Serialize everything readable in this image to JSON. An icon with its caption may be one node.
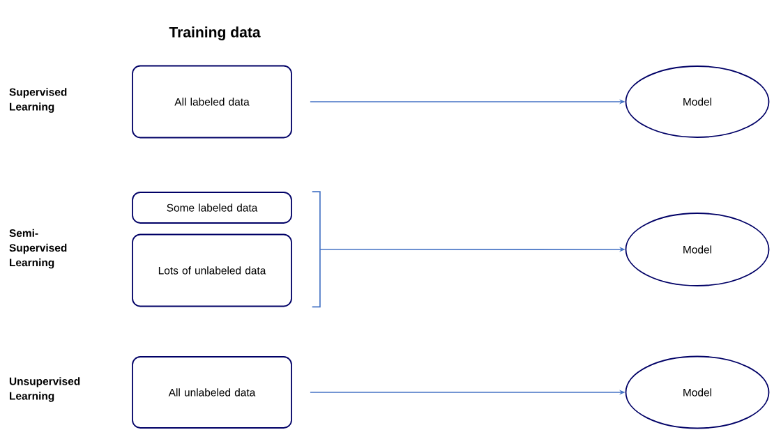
{
  "diagram": {
    "title": "Training data",
    "nodes": [
      {
        "text": [
          "All labeled data"
        ]
      },
      {
        "text": [
          "Model"
        ]
      },
      {
        "text": [
          "Some labeled data"
        ]
      },
      {
        "text": [
          "Lots of unlabeled data"
        ]
      },
      {
        "text": [
          "Model"
        ]
      },
      {
        "text": [
          "All unlabeled data"
        ]
      },
      {
        "text": [
          "Model"
        ]
      }
    ],
    "edges": [
      {
        "from": 0,
        "to": 1,
        "arrow": "to"
      },
      {
        "from": 2,
        "to": 4,
        "arrow": "to"
      },
      {
        "from": 3,
        "to": 4,
        "arrow": "to"
      },
      {
        "from": 5,
        "to": 6,
        "arrow": "to"
      }
    ],
    "labels": [
      "Supervised Learning",
      "Semi-Supervised Learning",
      "Unsupervised Learning"
    ]
  }
}
